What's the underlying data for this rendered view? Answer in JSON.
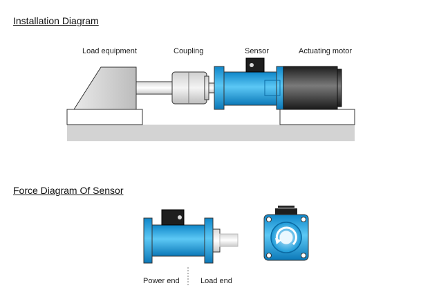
{
  "installation": {
    "title": "Installation Diagram",
    "labels": {
      "load_equipment": "Load equipment",
      "coupling": "Coupling",
      "sensor": "Sensor",
      "actuating_motor": "Actuating motor"
    }
  },
  "force": {
    "title": "Force Diagram Of Sensor",
    "labels": {
      "power_end": "Power end",
      "load_end": "Load end"
    }
  },
  "colors": {
    "sensor_blue": "#1aa8e6",
    "sensor_blue_dark": "#0f7fbf",
    "motor_dark": "#3a3a3a",
    "base_gray": "#d0d0d0"
  },
  "icons": {
    "rotation": "circular-arrow-icon"
  }
}
